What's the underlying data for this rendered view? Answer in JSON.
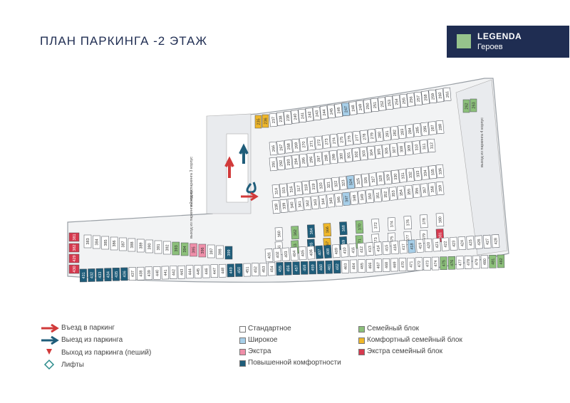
{
  "title": "ПЛАН ПАРКИНГА -2 ЭТАЖ",
  "logo": {
    "line1": "LEGENDA",
    "line2": "Героев",
    "swatch_color": "#96c38c",
    "bg_color": "#1f2d52"
  },
  "legend": {
    "entry": "Въезд в паркинг",
    "exit": "Выезд из паркинга",
    "pedestrian_exit": "Выход из паркинга (пеший)",
    "elevators": "Лифты",
    "types": [
      {
        "key": "std",
        "label": "Стандартное",
        "color": "#ffffff"
      },
      {
        "key": "wide",
        "label": "Широкое",
        "color": "#a7cfe9"
      },
      {
        "key": "extra",
        "label": "Экстра",
        "color": "#ef8fa9"
      },
      {
        "key": "comfort",
        "label": "Повышенной комфортности",
        "color": "#1f5d7a"
      },
      {
        "key": "family",
        "label": "Семейный блок",
        "color": "#8cc07a"
      },
      {
        "key": "comfort_family",
        "label": "Комфортный семейный блок",
        "color": "#efb72a"
      },
      {
        "key": "extra_family",
        "label": "Экстра семейный блок",
        "color": "#d63a4f"
      }
    ]
  },
  "side_labels": [
    "выход из паркинга 3 корпус",
    "выход из паркинга 2 корпус",
    "выход из паркинга 4 корпус"
  ],
  "spots": {
    "top_arc": [
      "237",
      "238",
      "239",
      "240",
      "241",
      "242",
      "243",
      "244",
      "245",
      "246",
      "247",
      "248",
      "249",
      "250",
      "251",
      "252",
      "253",
      "254",
      "255",
      "256",
      "257",
      "258",
      "259",
      "260",
      "261"
    ],
    "comfort_pair_top": [
      "235",
      "236"
    ],
    "corner": [
      "262",
      "263"
    ],
    "row_a": [
      "266",
      "267",
      "268",
      "269",
      "270",
      "271",
      "272",
      "273",
      "274",
      "275",
      "276",
      "277",
      "278",
      "279",
      "280",
      "281",
      "282",
      "283",
      "284",
      "285",
      "286",
      "287",
      "288"
    ],
    "row_b": [
      "291",
      "292",
      "293",
      "294",
      "295",
      "296",
      "297",
      "298",
      "299",
      "300",
      "301",
      "302",
      "303",
      "304",
      "305",
      "306",
      "307",
      "308",
      "309",
      "310",
      "311",
      "312"
    ],
    "row_c": [
      "314",
      "315",
      "316",
      "317",
      "318",
      "319",
      "320",
      "321",
      "322",
      "323",
      "324",
      "325",
      "326",
      "327",
      "328",
      "329",
      "330",
      "331",
      "332",
      "333",
      "334",
      "335",
      "336"
    ],
    "row_d": [
      "338",
      "339",
      "340",
      "341",
      "342",
      "343",
      "344",
      "345",
      "346",
      "347",
      "348",
      "349",
      "350",
      "351",
      "352",
      "353",
      "354",
      "355",
      "356",
      "357",
      "358",
      "359"
    ],
    "row_e": [
      "360",
      "362",
      "364",
      "366",
      "368",
      "370",
      "372",
      "374",
      "376",
      "378",
      "380"
    ],
    "row_f": [
      "361",
      "363",
      "365",
      "367",
      "369",
      "371",
      "373",
      "375",
      "377",
      "379",
      "381"
    ],
    "left_upper": [
      "383",
      "384",
      "385",
      "386",
      "387",
      "388",
      "389",
      "390",
      "391",
      "392",
      "393",
      "394",
      "395",
      "396",
      "397",
      "398",
      "399"
    ],
    "left_red": [
      "381",
      "382",
      "429",
      "430"
    ],
    "bottom_row": [
      "401",
      "402",
      "403",
      "404",
      "405",
      "406",
      "407",
      "408",
      "409",
      "410",
      "411",
      "412",
      "413",
      "414",
      "415",
      "416",
      "417",
      "418",
      "419",
      "420",
      "421",
      "422",
      "423",
      "424",
      "425",
      "426",
      "427",
      "428"
    ],
    "bottom_arc": [
      "431",
      "432",
      "433",
      "434",
      "435",
      "436",
      "437",
      "438",
      "439",
      "440",
      "441",
      "442",
      "443",
      "444",
      "445",
      "446",
      "447",
      "448",
      "449",
      "450",
      "451",
      "452",
      "453",
      "454",
      "455",
      "456",
      "457",
      "458",
      "459",
      "460",
      "461",
      "462",
      "463",
      "464",
      "465",
      "466",
      "467",
      "468",
      "469",
      "470",
      "471",
      "472",
      "473",
      "474",
      "475",
      "476",
      "477",
      "478",
      "479",
      "480",
      "481",
      "482"
    ]
  }
}
